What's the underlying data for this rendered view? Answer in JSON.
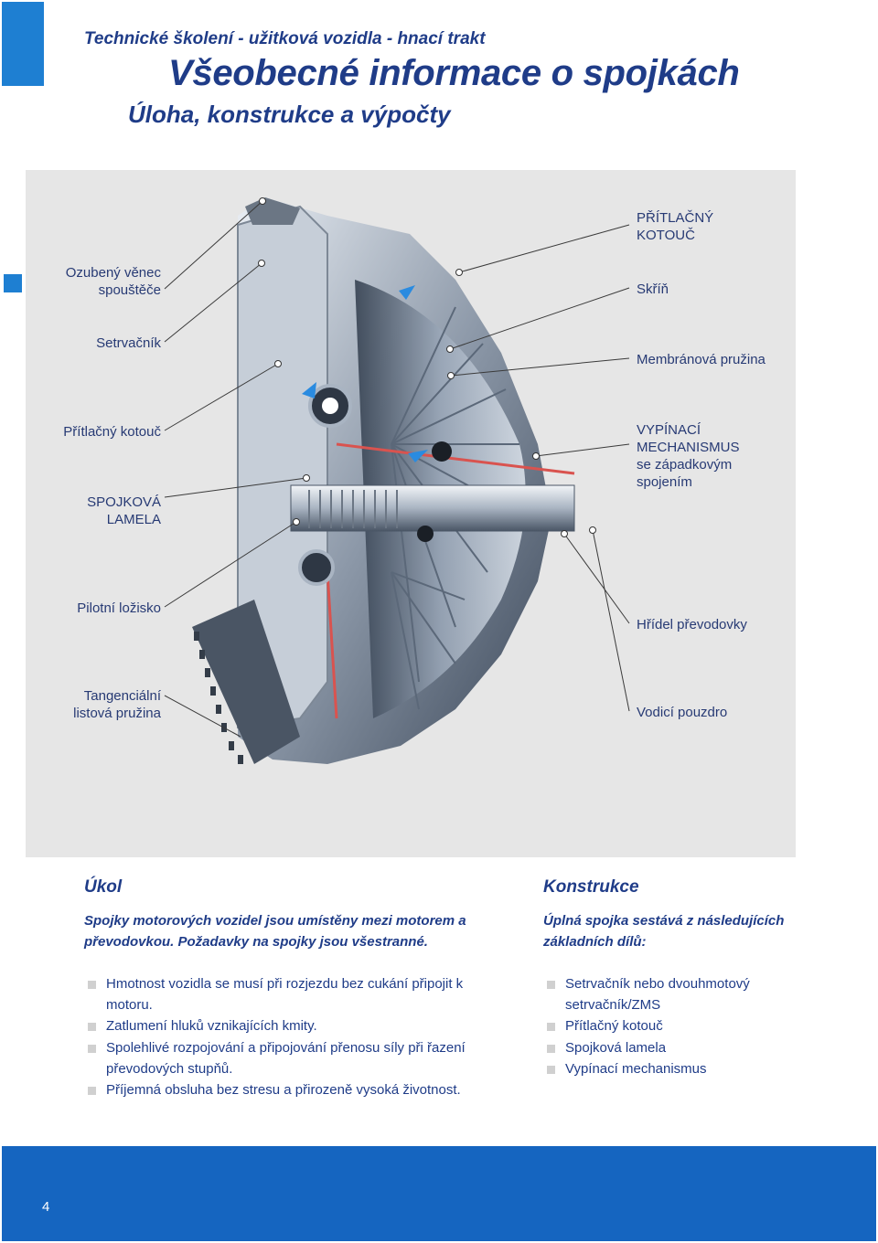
{
  "header": {
    "kicker": "Technické školení - užitková vozidla - hnací trakt",
    "title": "Všeobecné informace o spojkách",
    "subtitle": "Úloha, konstrukce a výpočty"
  },
  "figure": {
    "left_labels": {
      "l0": "Ozubený věnec\nspouštěče",
      "l1": "Setrvačník",
      "l2": "Přítlačný kotouč",
      "l3": "SPOJKOVÁ\nLAMELA",
      "l4": "Pilotní ložisko",
      "l5": "Tangenciální\nlistová pružina"
    },
    "right_labels": {
      "r0": "PŘÍTLAČNÝ\nKOTOUČ",
      "r1": "Skříň",
      "r2": "Membránová pružina",
      "r3": "VYPÍNACÍ\nMECHANISMUS\nse západkovým\nspojením",
      "r4": "Hřídel převodovky",
      "r5": "Vodicí pouzdro"
    }
  },
  "task": {
    "heading": "Úkol",
    "lead": "Spojky motorových vozidel jsou umístěny mezi motorem a převodovkou. Požadavky na spojky jsou všestranné.",
    "bullets": {
      "b0": "Hmotnost vozidla se musí při rozjezdu bez cukání připojit k motoru.",
      "b1": "Zatlumení hluků vznikajících kmity.",
      "b2": "Spolehlivé rozpojování a připojování přenosu síly při řazení převodových stupňů.",
      "b3": "Příjemná obsluha bez stresu a přirozeně vysoká životnost."
    }
  },
  "construction": {
    "heading": "Konstrukce",
    "lead": "Úplná spojka sestává z následujících základních dílů:",
    "bullets": {
      "b0": "Setrvačník nebo dvouhmotový setrvačník/ZMS",
      "b1": "Přítlačný kotouč",
      "b2": "Spojková lamela",
      "b3": "Vypínací mechanismus"
    }
  },
  "footer": {
    "page_number": "4"
  },
  "colors": {
    "accent": "#1e7fd2",
    "footer": "#1565c0",
    "text": "#1f3c88"
  }
}
